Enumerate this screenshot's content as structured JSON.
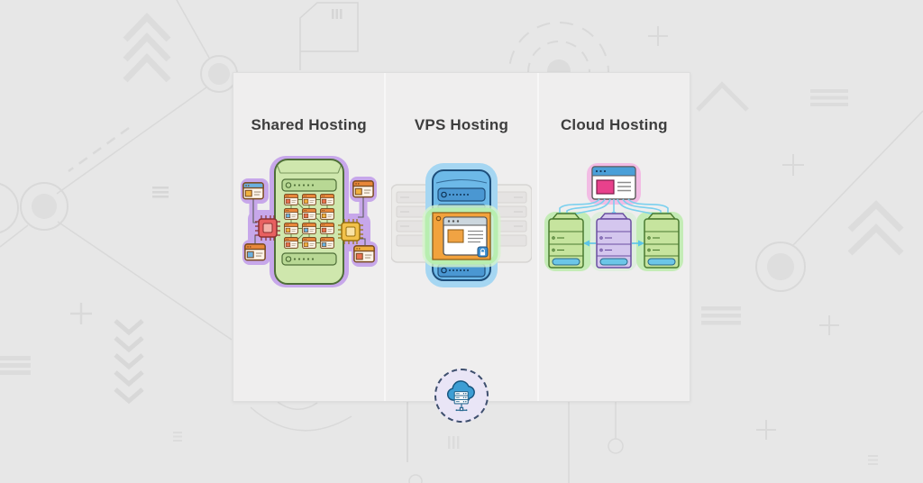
{
  "panels": [
    {
      "title": "Shared Hosting",
      "icon": "shared-server-illustration"
    },
    {
      "title": "VPS Hosting",
      "icon": "vps-server-illustration"
    },
    {
      "title": "Cloud Hosting",
      "icon": "cloud-cluster-illustration"
    }
  ],
  "footer_badge": {
    "icon": "cloud-server-icon"
  },
  "accent_colors": {
    "page_background": "#e7e7e7",
    "panel_background": "#efeeee",
    "title_text": "#3d3d3d",
    "shared_glow_purple": "#c7a7ea",
    "shared_server_green": "#cfe7ad",
    "mini_site_orange": "#e8873a",
    "chip_red": "#e86060",
    "chip_yellow": "#f2c14a",
    "vps_glow_blue": "#a5d6f2",
    "vps_server_blue": "#6db9e8",
    "vps_slot_blue": "#4a97d2",
    "vps_section_orange": "#f2a23c",
    "vps_highlight_green": "#b8eeb0",
    "cloud_glow_pink": "#f2bce4",
    "cloud_site_pink": "#e8418c",
    "cloud_server_green": "#c6e49e",
    "cloud_server_purple": "#d4c6ee",
    "cloud_link_blue": "#7bd0ee",
    "badge_fill_lavender": "#e9e5f6",
    "badge_cloud_blue": "#3d9ed4",
    "badge_border_navy": "#3e4f6e"
  }
}
